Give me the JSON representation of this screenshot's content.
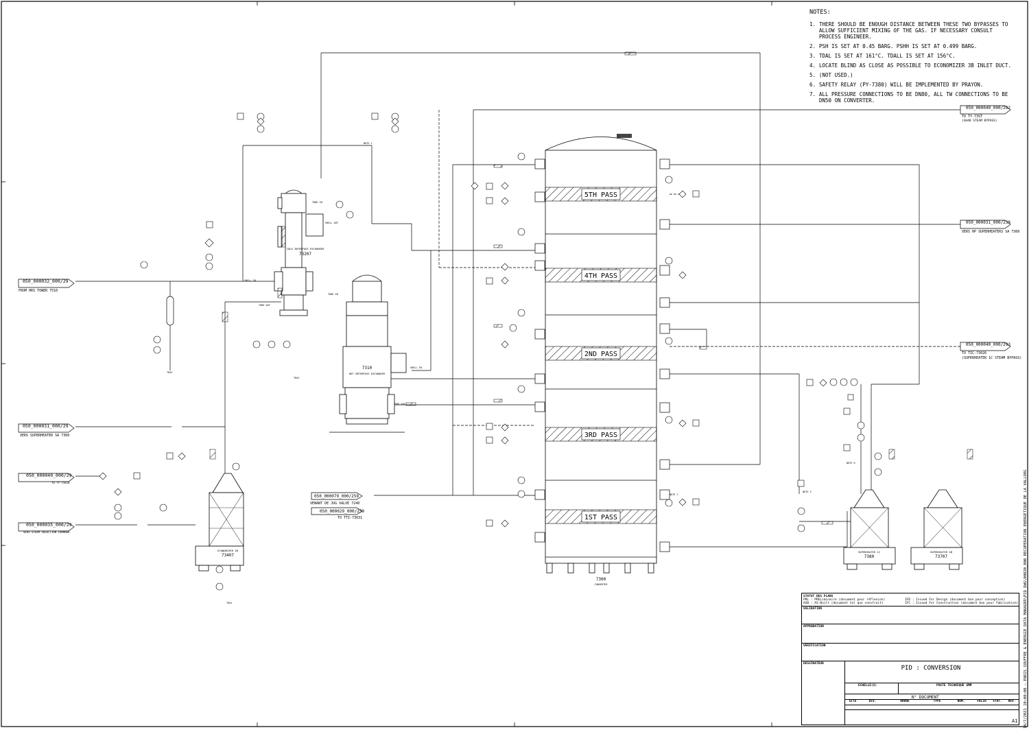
{
  "notes": {
    "heading": "NOTES:",
    "items": [
      {
        "num": "1.",
        "text": "THERE SHOULD BE ENOUGH DISTANCE BETWEEN THESE TWO BYPASSES TO ALLOW SUFFICIENT MIXING OF THE GAS. IF NECESSARY CONSULT PROCESS ENGINEER."
      },
      {
        "num": "2.",
        "text": "PSH IS SET AT 0.45 BARG. PSHH IS SET AT 0.499 BARG."
      },
      {
        "num": "3.",
        "text": "TDAL IS SET AT 161°C. TDALL IS SET AT 156°C."
      },
      {
        "num": "4.",
        "text": "LOCATE BLIND AS CLOSE AS POSSIBLE TO ECONOMIZER 3B INLET DUCT."
      },
      {
        "num": "5.",
        "text": "(NOT USED.)"
      },
      {
        "num": "6.",
        "text": "SAFETY RELAY (PY-7380) WILL BE IMPLEMENTED BY PRAYON."
      },
      {
        "num": "7.",
        "text": "ALL PRESSURE CONNECTIONS TO BE DN80, ALL TW CONNECTIONS TO BE DN50 ON CONVERTER."
      }
    ]
  },
  "converter": {
    "tag": "7300",
    "label": "CONVERTER",
    "passes": [
      "5TH PASS",
      "4TH PASS",
      "2ND PASS",
      "3RD PASS",
      "1ST PASS"
    ]
  },
  "equipment": [
    {
      "name": "cold-interpass-exchanger",
      "label": "COLD INTERPASS EXCHANGER",
      "tag": "73207"
    },
    {
      "name": "hot-interpass-exchanger",
      "tag": "7310",
      "label": "HOT INTERPASS EXCHANGER"
    },
    {
      "name": "economizer-3b",
      "label": "ECONOMIZER 3B",
      "tag": "73407"
    },
    {
      "name": "superheater-1c",
      "label": "SUPERHEATER 1C",
      "tag": "7380"
    },
    {
      "name": "superheater-4b",
      "label": "SUPERHEATER 4B",
      "tag": "73707"
    }
  ],
  "offpage_left": [
    {
      "ref": "050_000032_000/29",
      "sub": "FROM HRS TOWER 7510"
    },
    {
      "ref": "050_000031_000/29",
      "sub": "VERS SUPERHEATER SA 7360"
    },
    {
      "ref": "050_000040_000/29",
      "sub": "TO TY-73420"
    },
    {
      "ref": "050_000035_000/29",
      "sub": "VERS STEAM INJECTION CHAMBER"
    }
  ],
  "offpage_center": [
    {
      "ref": "050_000079_000/259",
      "sub": "VENANT DE JUG VALVE 7240"
    },
    {
      "ref": "050_000029_000/259",
      "sub": "TO TTI-73031"
    }
  ],
  "offpage_right": [
    {
      "ref": "050_000040_000/292",
      "sub": "TO TY-73ST",
      "sub2": "(SH4B STEAM BYPASS)"
    },
    {
      "ref": "050_000031_000/238",
      "sub": "VERS HP SUPERHEATERS SA 7360",
      "sub2": ""
    },
    {
      "ref": "050_000040_000/293",
      "sub": "TO TIC-73026",
      "sub2": "(SUPERHEATER 1C STEAM BYPASS)"
    }
  ],
  "labels": {
    "tube_in": "TUBE IN",
    "tube_out": "TUBE OUT",
    "shell_in": "SHELL IN",
    "shell_out": "SHELL OUT",
    "tray": "TRAY",
    "note3": "NOTE 3",
    "note6": "NOTE 6",
    "note7": "NOTE 7",
    "note1": "NOTE 1"
  },
  "title_block": {
    "statut_label": "STATUT DES PLANS",
    "prl": "PRL : PRELiminaire (document pour réflexion)",
    "asb": "ASB : AS-Built (document tel que construit)",
    "ifd": "IFD : Issued For Design (document bon pour conception)",
    "ifc": "IFC : Issued For Construction (document bon pour fabrication)",
    "validation": "VALIDATION",
    "approbation": "APPROBATION",
    "verification": "VERIFICATION",
    "dessinateur": "DESSINATEUR",
    "title": "PID : CONVERSION",
    "echelle": "ECHELLE(S)",
    "poste": "POSTE TECHNIQUE GMM",
    "ndoc": "N° DOCUMENT",
    "cols": [
      "SITE",
      "DIV.",
      "ORDRE",
      "TYPE",
      "NUM.",
      "FOLIO",
      "STAT.",
      "REV."
    ],
    "format": "A1",
    "side_path": "14/7/2021 10:00:00 – PARIS SOUFFRE & ENERGIE DATA MANAGER\\PID DWG\\00020_000 RECUPERATION ENERGETIQUE DE LA VALLORG"
  }
}
